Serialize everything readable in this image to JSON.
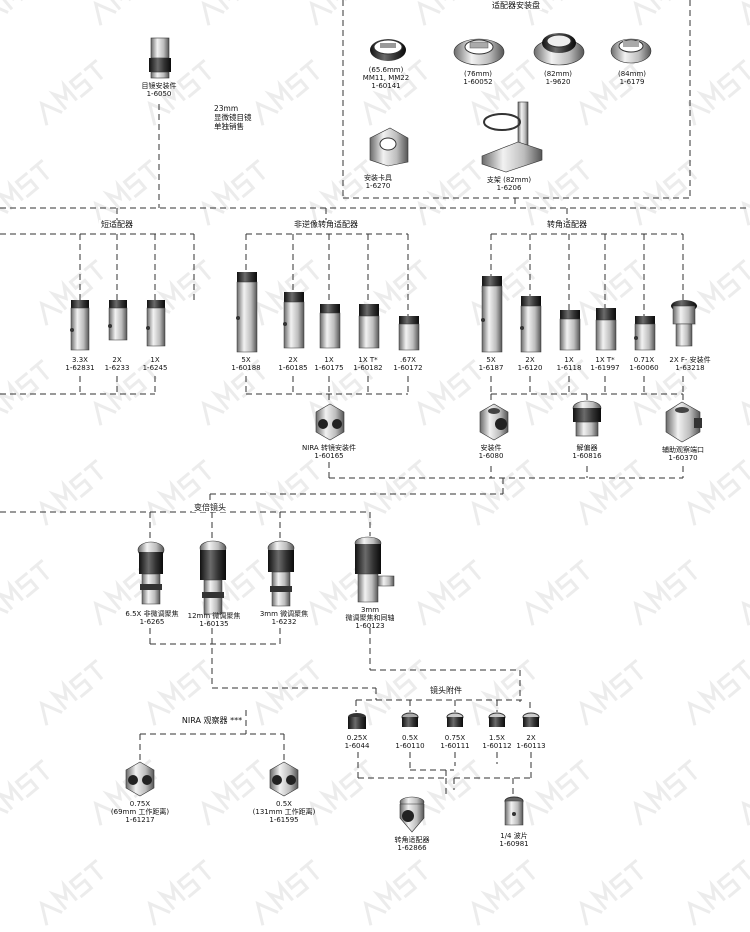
{
  "groups": {
    "adapter_mounts": "适配器安装盘",
    "short_adapter": "短适配器",
    "non_inverting": "非逆像转角适配器",
    "corner": "转角适配器",
    "zoom": "变倍镜头",
    "lens_accessories": "镜头附件",
    "nira_observer": "NIRA 观察器 ***"
  },
  "note_23mm": "23mm\n显微镜目镜\n单独销售",
  "parts": {
    "eyepiece_mount": "目镜安装件\n1-6050",
    "mount_656": "(65.6mm)\nMM11, MM22\n1-60141",
    "mount_76": "(76mm)\n1-60052",
    "mount_82": "(82mm)\n1-9620",
    "mount_84": "(84mm)\n1-6179",
    "clamp": "安装卡具\n1-6270",
    "stand": "支架 (82mm)\n1-6206",
    "s33": "3.3X\n1-62831",
    "s2": "2X\n1-6233",
    "s1": "1X\n1-6245",
    "n5": "5X\n1-60188",
    "n2": "2X\n1-60185",
    "n1": "1X\n1-60175",
    "n1t": "1X T*\n1-60182",
    "n67": ".67X\n1-60172",
    "c5": "5X\n1-6187",
    "c2": "2X\n1-6120",
    "c1": "1X\n1-6118",
    "c1t": "1X T*\n1-61997",
    "c071": "0.71X\n1-60060",
    "c2f": "2X F- 安装件\n1-63218",
    "nira_mount": "NIRA 转镜安装件\n1-60165",
    "mount_6080": "安装件\n1-6080",
    "polarizer": "解偏器\n1-60816",
    "aux_port": "辅助观察端口\n1-60370",
    "z65": "6.5X 非微调聚焦\n1-6265",
    "z12": "12mm 微调聚焦\n1-60135",
    "z3": "3mm 微调聚焦\n1-6232",
    "z3c": "3mm\n微调聚焦和同轴\n1-60123",
    "a025": "0.25X\n1-6044",
    "a05": "0.5X\n1-60110",
    "a075": "0.75X\n1-60111",
    "a15": "1.5X\n1-60112",
    "a2": "2X\n1-60113",
    "nira075": "0.75X\n(69mm 工作距离)\n1-61217",
    "nira05": "0.5X\n(131mm 工作距离)\n1-61595",
    "corner_adapter": "转角适配器\n1-62866",
    "waveplate": "1/4 波片\n1-60981"
  }
}
